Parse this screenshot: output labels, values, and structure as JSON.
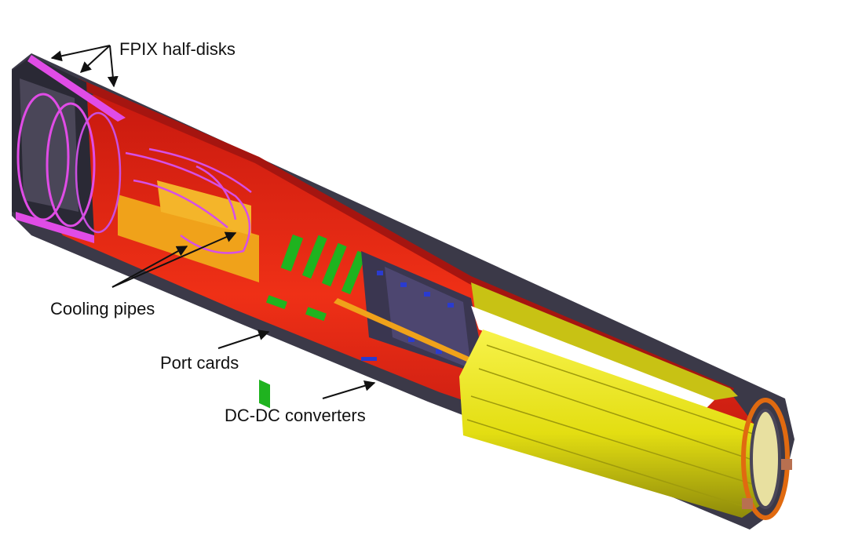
{
  "labels": {
    "fpix": "FPIX half-disks",
    "cooling": "Cooling pipes",
    "port": "Port cards",
    "dcdc": "DC-DC converters"
  },
  "colors": {
    "background": "#ffffff",
    "outer_shell": "#d81e1e",
    "inner_wall": "#e8270f",
    "warm_panel": "#f0a21a",
    "yellow_cylinder": "#e3de12",
    "magenta_pipes": "#e04ce6",
    "port_cards": "#1fb31f",
    "dcdc_converters": "#2a3bd0",
    "dark_frame": "#2c2a3a",
    "label_text": "#111111"
  }
}
